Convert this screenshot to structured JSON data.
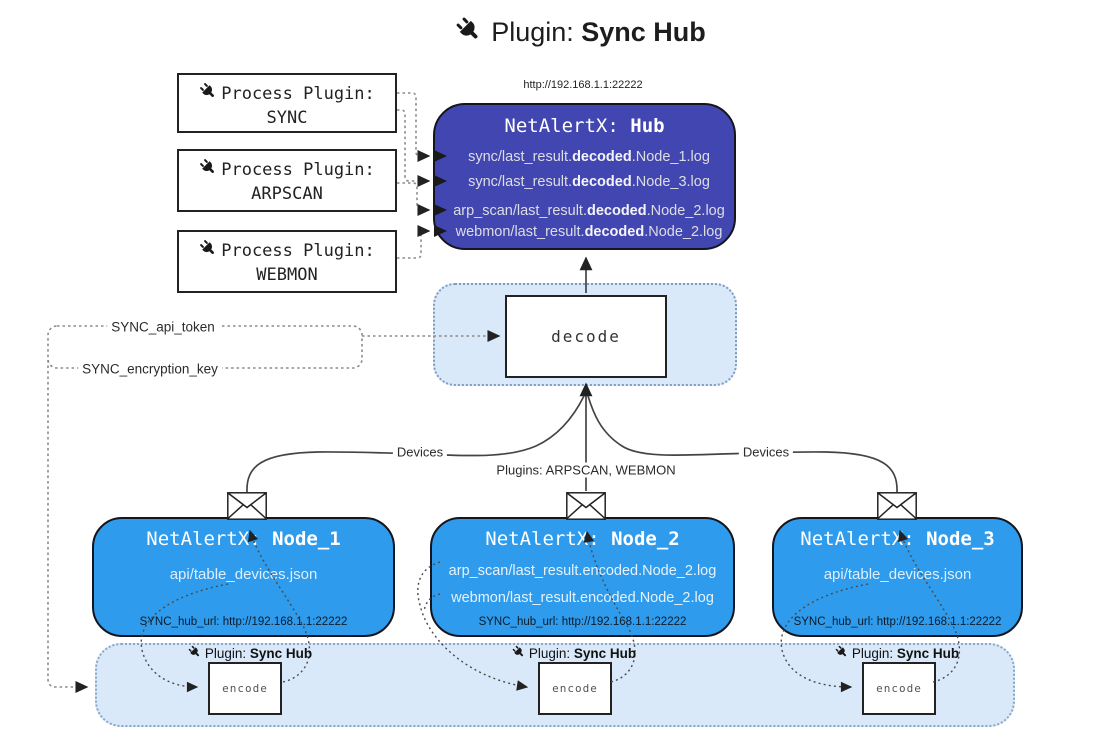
{
  "title": {
    "icon": "plug-icon",
    "prefix": "Plugin:",
    "name": "Sync Hub"
  },
  "hub": {
    "url": "http://192.168.1.1:22222",
    "title_prefix": "NetAlertX: ",
    "title_name": "Hub",
    "logs": [
      {
        "pre": "sync/last_result.",
        "bold": "decoded",
        "post": ".Node_1.log"
      },
      {
        "pre": "sync/last_result.",
        "bold": "decoded",
        "post": ".Node_3.log"
      },
      {
        "pre": "arp_scan/last_result.",
        "bold": "decoded",
        "post": ".Node_2.log"
      },
      {
        "pre": "webmon/last_result.",
        "bold": "decoded",
        "post": ".Node_2.log"
      }
    ]
  },
  "process_plugins": [
    {
      "label": "Process Plugin:",
      "name": "SYNC"
    },
    {
      "label": "Process Plugin:",
      "name": "ARPSCAN"
    },
    {
      "label": "Process Plugin:",
      "name": "WEBMON"
    }
  ],
  "decode": {
    "label": "decode"
  },
  "config": {
    "api_token": "SYNC_api_token",
    "encryption_key": "SYNC_encryption_key"
  },
  "edge_labels": {
    "devices_left": "Devices",
    "devices_right": "Devices",
    "plugins_center": "Plugins: ARPSCAN, WEBMON"
  },
  "nodes": [
    {
      "title_prefix": "NetAlertX: ",
      "title_name": "Node_1",
      "files": [
        "api/table_devices.json"
      ],
      "hub_url": "SYNC_hub_url: http://192.168.1.1:22222"
    },
    {
      "title_prefix": "NetAlertX: ",
      "title_name": "Node_2",
      "files": [
        "arp_scan/last_result.encoded.Node_2.log",
        "webmon/last_result.encoded.Node_2.log"
      ],
      "hub_url": "SYNC_hub_url: http://192.168.1.1:22222"
    },
    {
      "title_prefix": "NetAlertX: ",
      "title_name": "Node_3",
      "files": [
        "api/table_devices.json"
      ],
      "hub_url": "SYNC_hub_url: http://192.168.1.1:22222"
    }
  ],
  "encoders": [
    {
      "plugin_prefix": "Plugin: ",
      "plugin_name": "Sync Hub",
      "box_label": "encode"
    },
    {
      "plugin_prefix": "Plugin: ",
      "plugin_name": "Sync Hub",
      "box_label": "encode"
    },
    {
      "plugin_prefix": "Plugin: ",
      "plugin_name": "Sync Hub",
      "box_label": "encode"
    }
  ],
  "colors": {
    "hub_fill": "#4146b0",
    "node_fill": "#2e9bed",
    "panel_fill": "#d9e9fa",
    "panel_border": "#8aa6c6",
    "ink": "#1a1a1a"
  }
}
